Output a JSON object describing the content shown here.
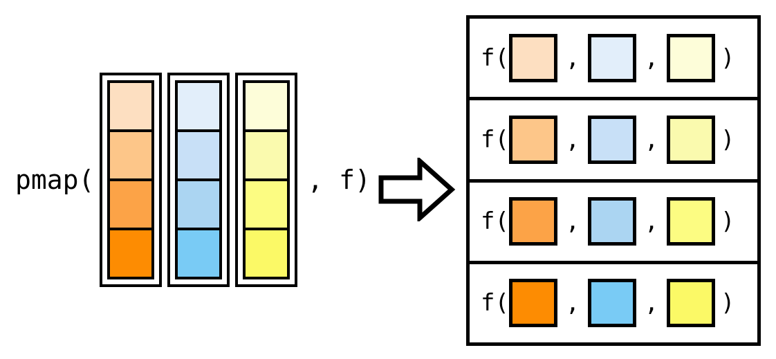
{
  "diagram": {
    "title": "pmap parallel map over three columns",
    "left_label": "pmap(",
    "left_trailing_label": ", f)",
    "arrow_icon_name": "right-arrow-icon",
    "row_fn_open": "f(",
    "row_separator": ",",
    "row_close": ")",
    "colors": {
      "stroke": "#000000",
      "background": "#ffffff",
      "orange": [
        "#fddfc1",
        "#fdc689",
        "#fca347",
        "#fd8c02"
      ],
      "blue": [
        "#e2eefa",
        "#c8e0f7",
        "#abd5f2",
        "#79cbf5"
      ],
      "yellow": [
        "#fdfdd9",
        "#fafaae",
        "#fcfc82",
        "#fbf966"
      ]
    },
    "columns": [
      {
        "name": "orange-column",
        "cells": [
          {
            "label": "orange-cell-1",
            "color": "#fddfc1"
          },
          {
            "label": "orange-cell-2",
            "color": "#fdc689"
          },
          {
            "label": "orange-cell-3",
            "color": "#fca347"
          },
          {
            "label": "orange-cell-4",
            "color": "#fd8c02"
          }
        ]
      },
      {
        "name": "blue-column",
        "cells": [
          {
            "label": "blue-cell-1",
            "color": "#e2eefa"
          },
          {
            "label": "blue-cell-2",
            "color": "#c8e0f7"
          },
          {
            "label": "blue-cell-3",
            "color": "#abd5f2"
          },
          {
            "label": "blue-cell-4",
            "color": "#79cbf5"
          }
        ]
      },
      {
        "name": "yellow-column",
        "cells": [
          {
            "label": "yellow-cell-1",
            "color": "#fdfdd9"
          },
          {
            "label": "yellow-cell-2",
            "color": "#fafaae"
          },
          {
            "label": "yellow-cell-3",
            "color": "#fcfc82"
          },
          {
            "label": "yellow-cell-4",
            "color": "#fbf966"
          }
        ]
      }
    ],
    "rows": [
      {
        "name": "call-row-1",
        "fn": "f(",
        "close": ")",
        "args": [
          {
            "label": "arg-orange-1",
            "color": "#fddfc1"
          },
          {
            "label": "arg-blue-1",
            "color": "#e2eefa"
          },
          {
            "label": "arg-yellow-1",
            "color": "#fdfdd9"
          }
        ]
      },
      {
        "name": "call-row-2",
        "fn": "f(",
        "close": ")",
        "args": [
          {
            "label": "arg-orange-2",
            "color": "#fdc689"
          },
          {
            "label": "arg-blue-2",
            "color": "#c8e0f7"
          },
          {
            "label": "arg-yellow-2",
            "color": "#fafaae"
          }
        ]
      },
      {
        "name": "call-row-3",
        "fn": "f(",
        "close": ")",
        "args": [
          {
            "label": "arg-orange-3",
            "color": "#fca347"
          },
          {
            "label": "arg-blue-3",
            "color": "#abd5f2"
          },
          {
            "label": "arg-yellow-3",
            "color": "#fcfc82"
          }
        ]
      },
      {
        "name": "call-row-4",
        "fn": "f(",
        "close": ")",
        "args": [
          {
            "label": "arg-orange-4",
            "color": "#fd8c02"
          },
          {
            "label": "arg-blue-4",
            "color": "#79cbf5"
          },
          {
            "label": "arg-yellow-4",
            "color": "#fbf966"
          }
        ]
      }
    ]
  }
}
